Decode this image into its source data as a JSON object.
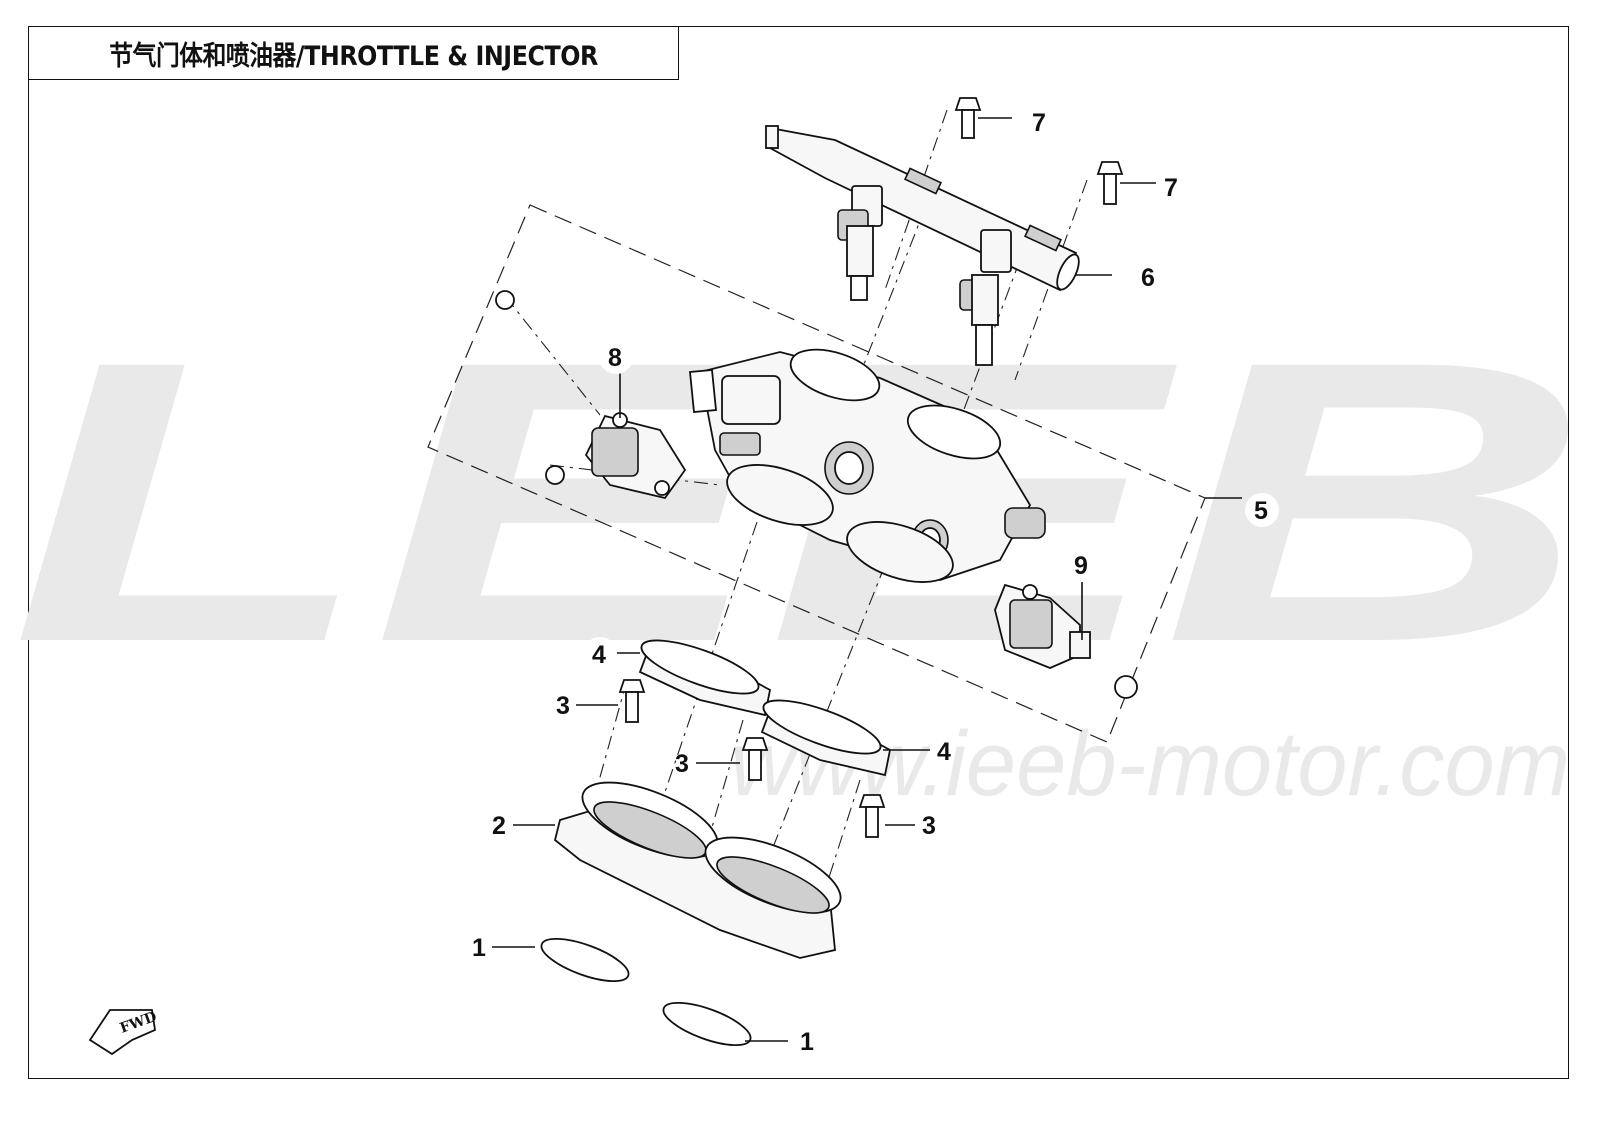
{
  "title": "节气门体和喷油器/THROTTLE & INJECTOR",
  "watermark": {
    "logo": "LEEB",
    "url": "www.ieeb-motor.com",
    "color": "#e9e9e9"
  },
  "fwd_label": "FWD",
  "callouts": [
    {
      "id": "c1a",
      "label": "1"
    },
    {
      "id": "c1b",
      "label": "1"
    },
    {
      "id": "c2",
      "label": "2"
    },
    {
      "id": "c3a",
      "label": "3"
    },
    {
      "id": "c3b",
      "label": "3"
    },
    {
      "id": "c3c",
      "label": "3"
    },
    {
      "id": "c4a",
      "label": "4"
    },
    {
      "id": "c4b",
      "label": "4"
    },
    {
      "id": "c5",
      "label": "5"
    },
    {
      "id": "c6",
      "label": "6"
    },
    {
      "id": "c7a",
      "label": "7"
    },
    {
      "id": "c7b",
      "label": "7"
    },
    {
      "id": "c8",
      "label": "8"
    },
    {
      "id": "c9",
      "label": "9"
    }
  ]
}
